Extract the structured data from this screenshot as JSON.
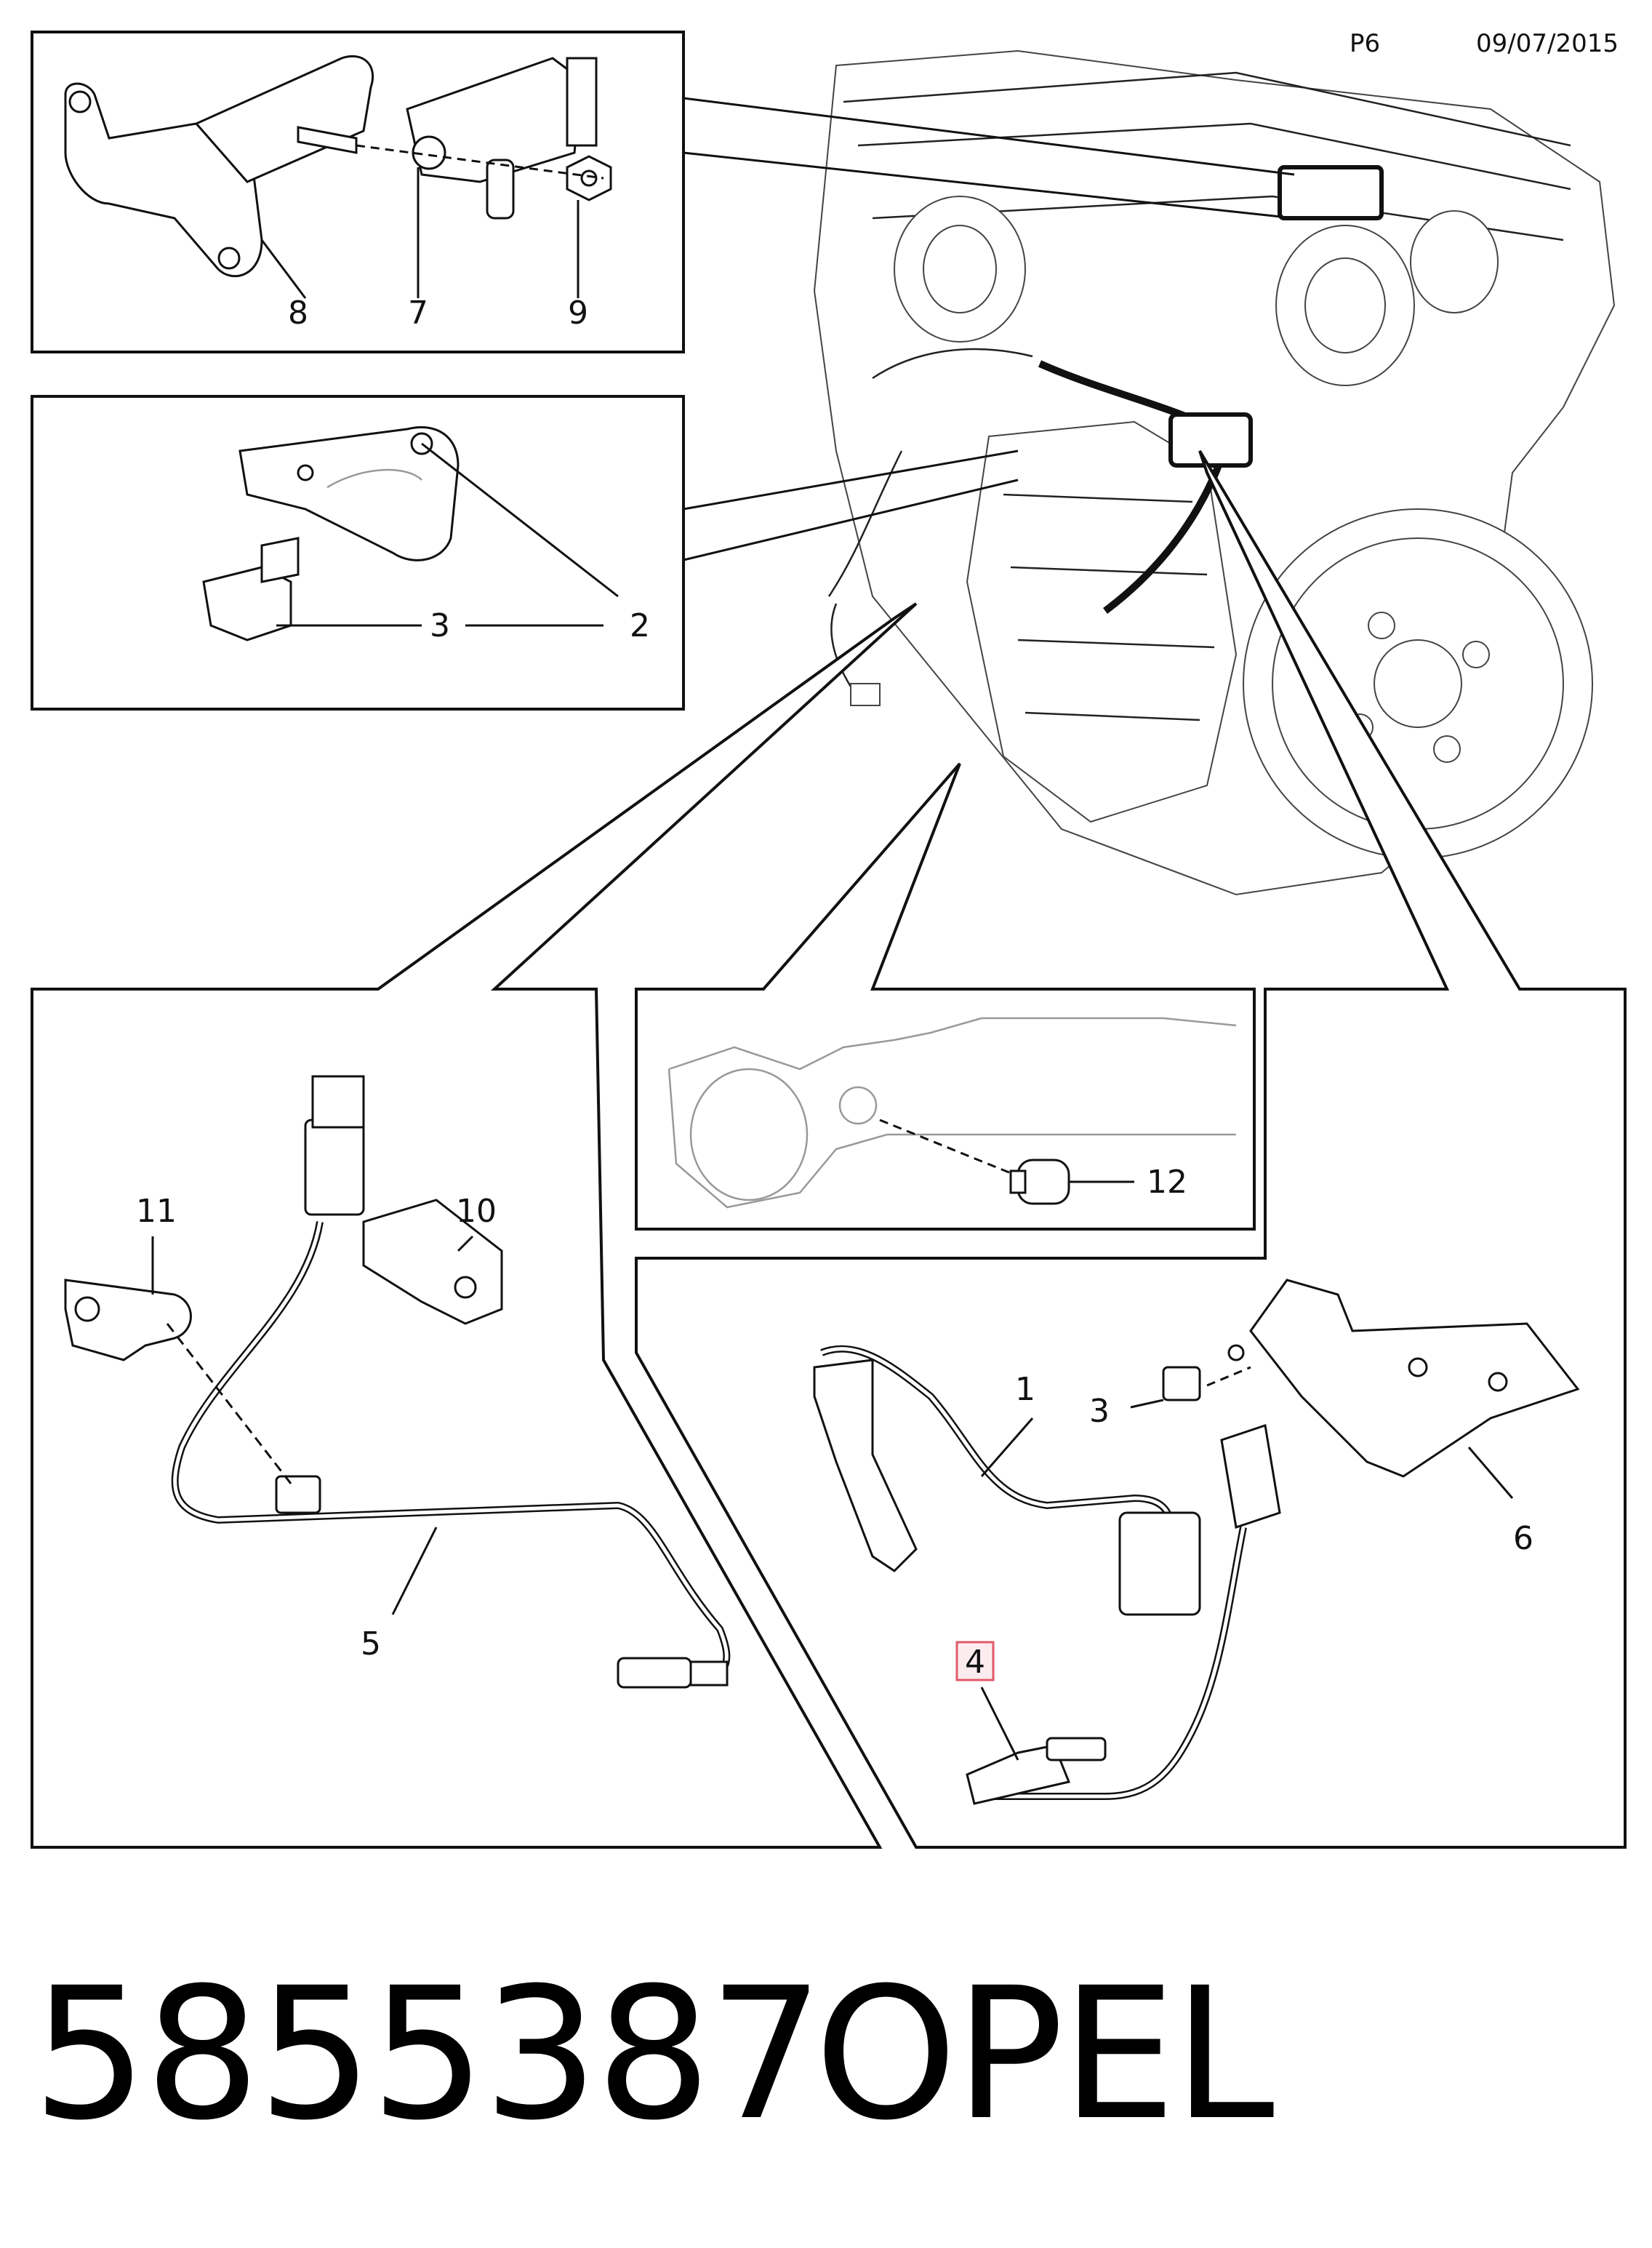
{
  "header": {
    "page": "P6",
    "date": "09/07/2015"
  },
  "footer": {
    "part_number": "5855387",
    "brand": "OPEL"
  },
  "callouts": {
    "c1": "1",
    "c2": "2",
    "c3a": "3",
    "c3b": "3",
    "c4": "4",
    "c5": "5",
    "c6": "6",
    "c7": "7",
    "c8": "8",
    "c9": "9",
    "c10": "10",
    "c11": "11",
    "c12": "12"
  },
  "highlight_color": "#e05a6a"
}
